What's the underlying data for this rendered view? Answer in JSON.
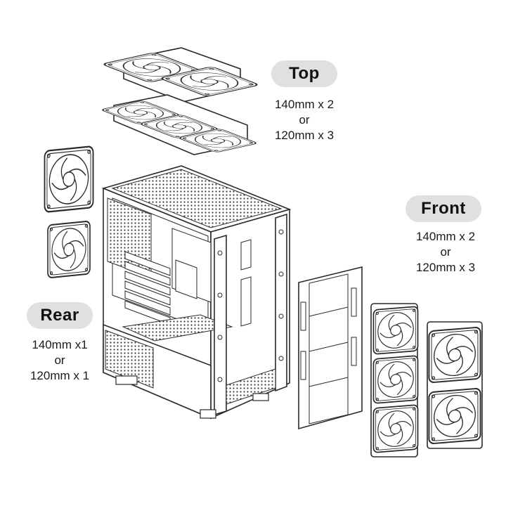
{
  "top": {
    "title": "Top",
    "lines": [
      "140mm x 2",
      "or",
      "120mm x 3"
    ]
  },
  "front": {
    "title": "Front",
    "lines": [
      "140mm x 2",
      "or",
      "120mm x 3"
    ]
  },
  "rear": {
    "title": "Rear",
    "lines": [
      "140mm x1",
      "or",
      "120mm x 1"
    ]
  },
  "colors": {
    "line": "#2a2a2a",
    "label_bg": "#e0e0e0",
    "background": "#ffffff"
  },
  "icons": [
    "fan-icon",
    "pc-case-icon",
    "front-bracket-icon",
    "radiator-bracket-icon"
  ]
}
